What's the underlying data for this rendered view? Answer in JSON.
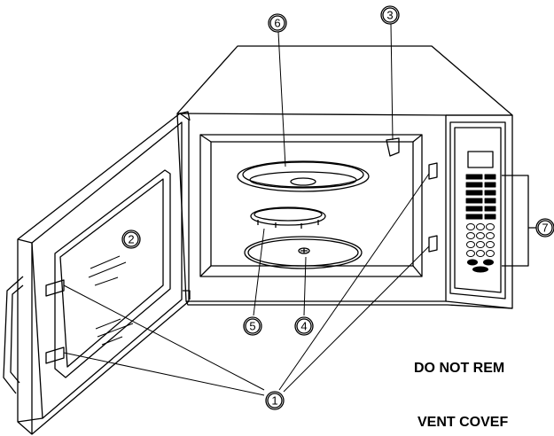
{
  "callouts": {
    "c1": "1",
    "c2": "2",
    "c3": "3",
    "c4": "4",
    "c5": "5",
    "c6": "6",
    "c7": "7"
  },
  "warnings": {
    "line1": "DO NOT REM",
    "line2": "VENT COVEF"
  }
}
